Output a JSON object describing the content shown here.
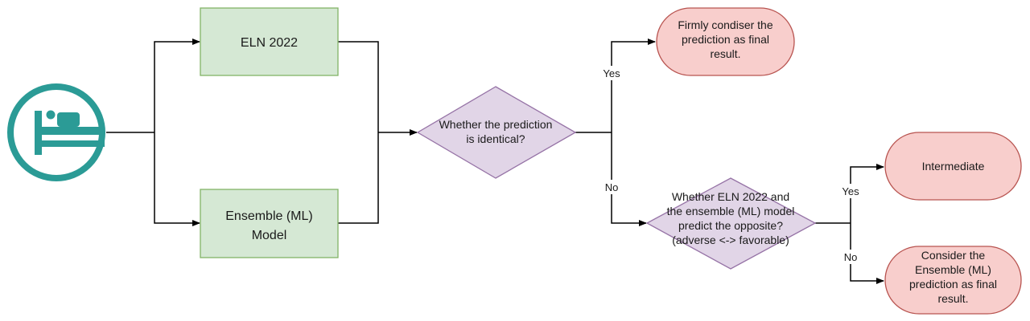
{
  "colors": {
    "process_fill": "#d5e8d4",
    "process_stroke": "#82b366",
    "decision_fill": "#e1d5e7",
    "decision_stroke": "#9673a6",
    "terminal_fill": "#f8cecc",
    "terminal_stroke": "#b85450",
    "patient_icon": "#2b9b96",
    "line": "#000000"
  },
  "icon": "patient-in-bed-icon",
  "nodes": {
    "eln": {
      "line1": "ELN 2022"
    },
    "ensemble": {
      "line1": "Ensemble (ML)",
      "line2": "Model"
    },
    "decision1": {
      "line1": "Whether the prediction",
      "line2": "is identical?"
    },
    "decision2": {
      "line1": "Whether ELN 2022 and",
      "line2": "the ensemble (ML) model",
      "line3": "predict the opposite?",
      "line4": "(adverse <-> favorable)"
    },
    "final_firm": {
      "line1": "Firmly condiser the",
      "line2": "prediction as final",
      "line3": "result."
    },
    "intermediate": {
      "line1": "Intermediate"
    },
    "final_ensemble": {
      "line1": "Consider the",
      "line2": "Ensemble (ML)",
      "line3": "prediction as final",
      "line4": "result."
    }
  },
  "edge_labels": {
    "d1_yes": "Yes",
    "d1_no": "No",
    "d2_yes": "Yes",
    "d2_no": "No"
  }
}
